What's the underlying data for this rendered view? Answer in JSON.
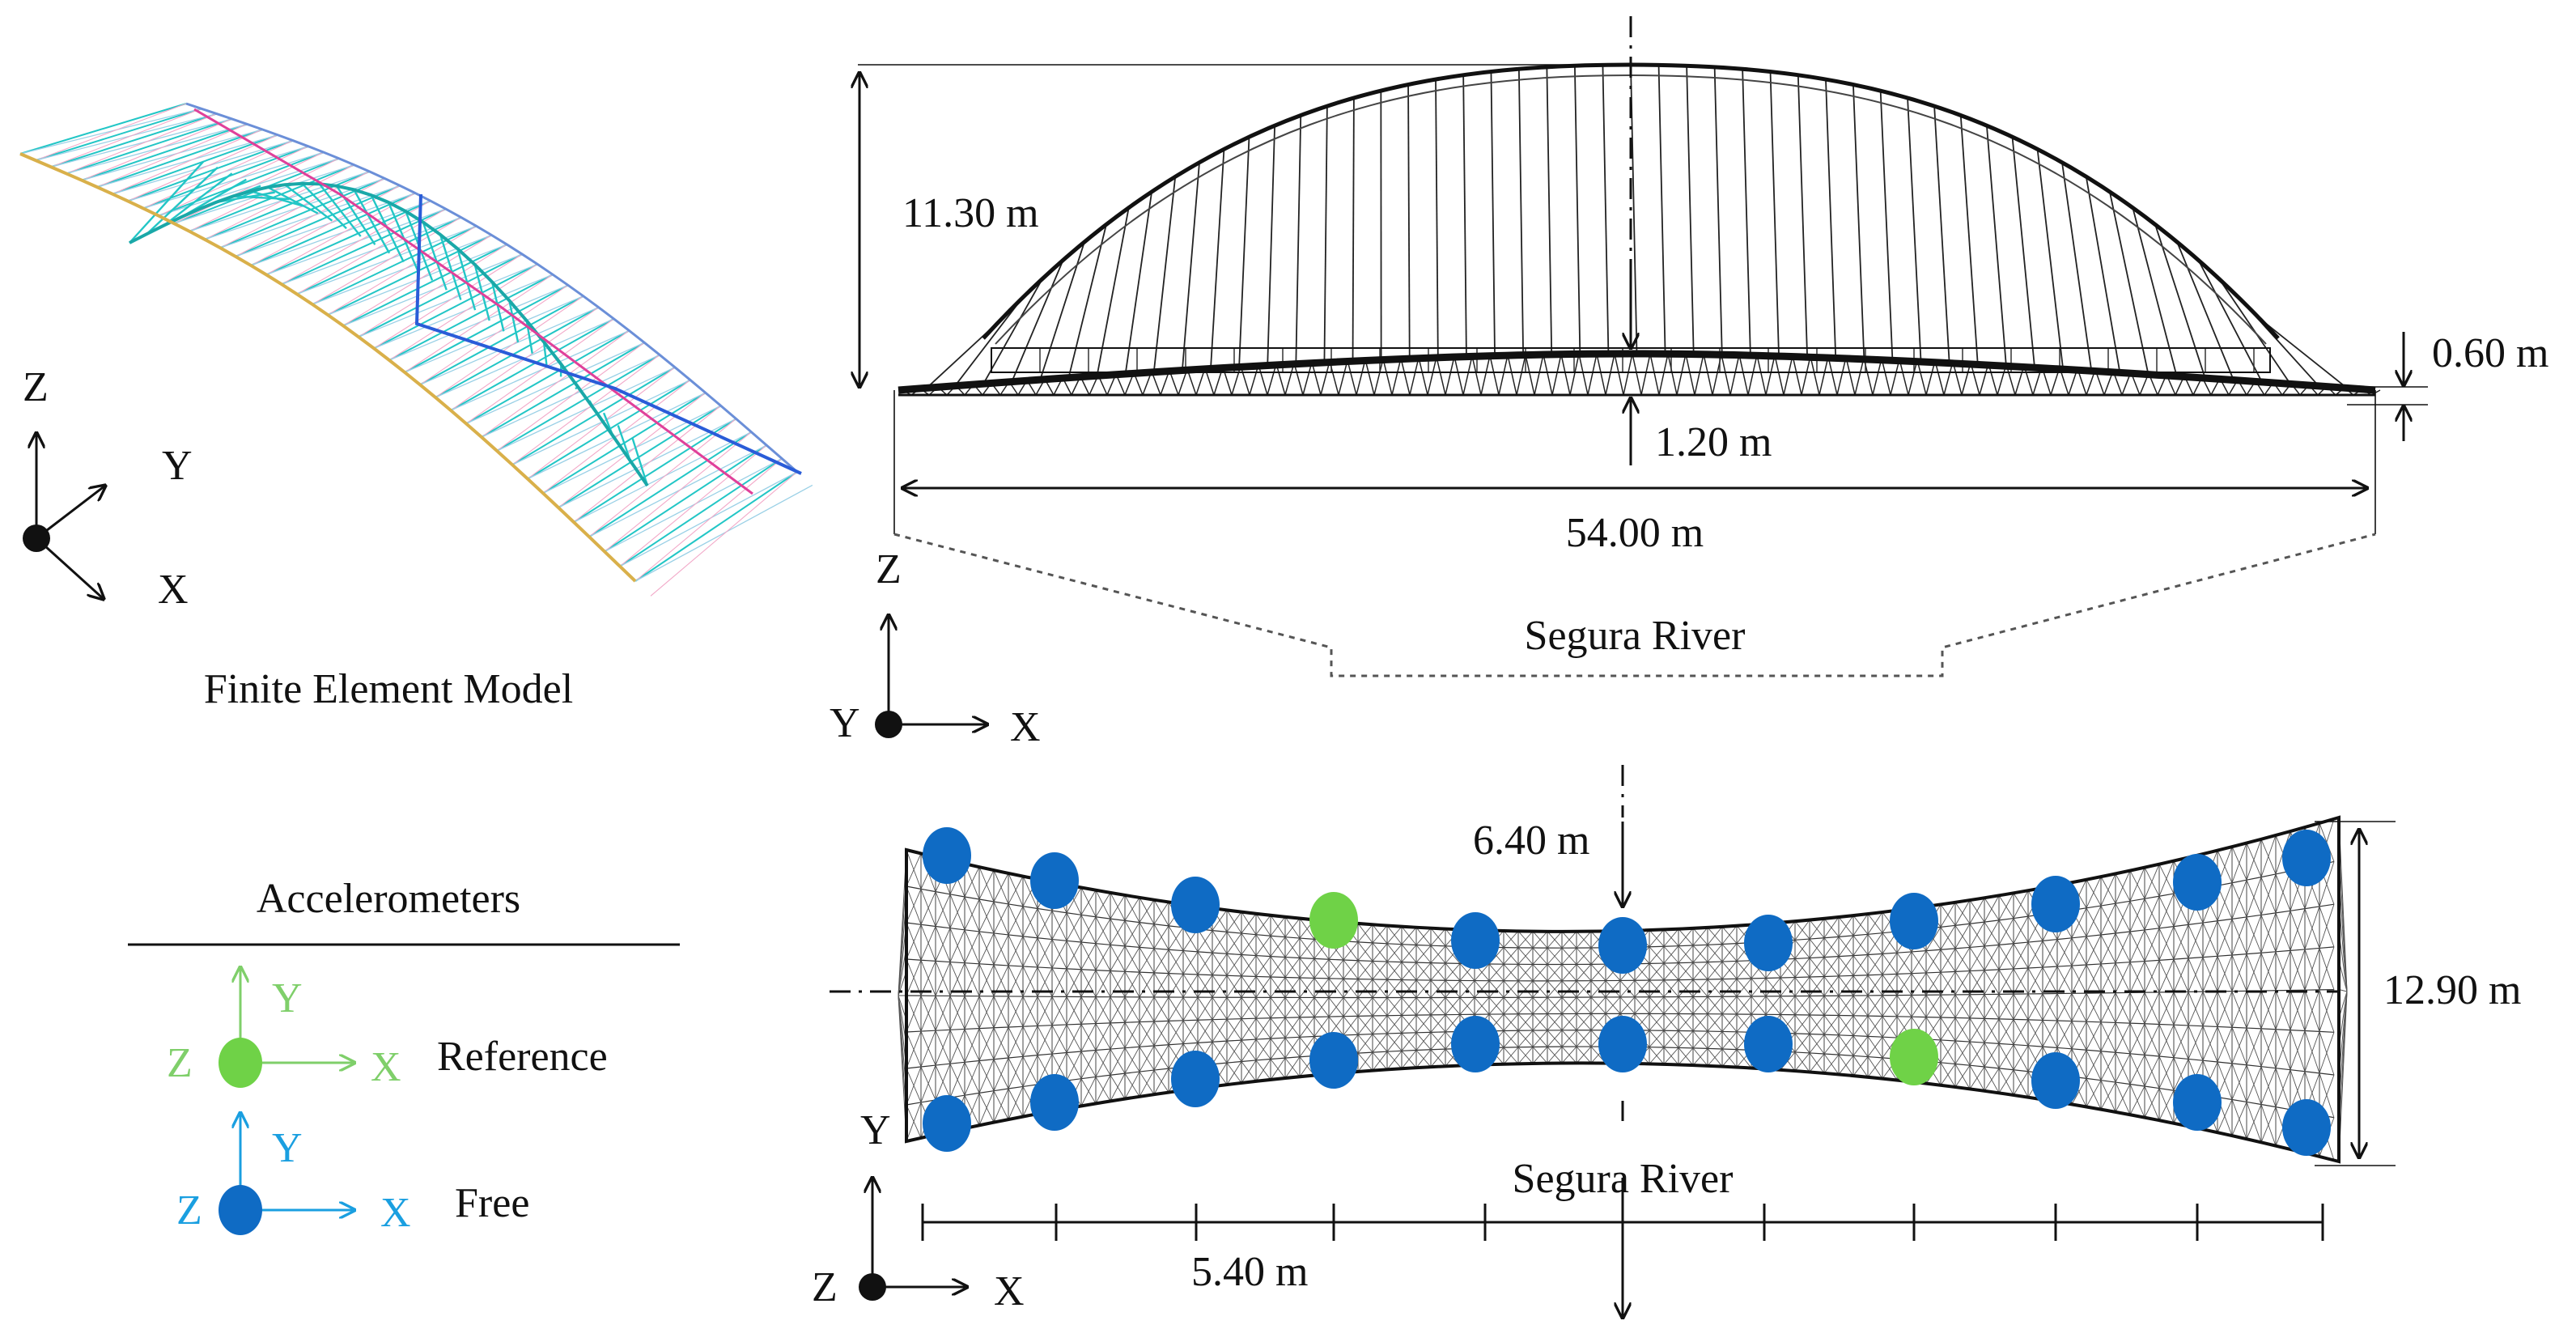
{
  "fem": {
    "caption": "Finite Element Model",
    "axis_z": "Z",
    "axis_y": "Y",
    "axis_x": "X"
  },
  "elevation": {
    "height_label": "11.30 m",
    "span_label": "54.00 m",
    "deck_depth_label": "1.20 m",
    "girder_depth_label": "0.60 m",
    "river_label": "Segura River",
    "axis_z": "Z",
    "axis_y": "Y",
    "axis_x": "X"
  },
  "plan": {
    "mid_width_label": "6.40 m",
    "end_width_label": "12.90 m",
    "spacing_label": "5.40 m",
    "river_label": "Segura River",
    "axis_y": "Y",
    "axis_z": "Z",
    "axis_x": "X",
    "sensor_rows": [
      [
        "free",
        "free",
        "free",
        "reference",
        "free",
        "free",
        "free",
        "free",
        "free",
        "free",
        "free"
      ],
      [
        "free",
        "free",
        "free",
        "free",
        "free",
        "free",
        "free",
        "reference",
        "free",
        "free",
        "free"
      ]
    ]
  },
  "legend": {
    "title": "Accelerometers",
    "reference": {
      "label": "Reference",
      "z": "Z",
      "y": "Y",
      "x": "X"
    },
    "free": {
      "label": "Free",
      "z": "Z",
      "y": "Y",
      "x": "X"
    }
  },
  "colors": {
    "reference": "#6fd247",
    "free": "#0f6bc4",
    "reference_axis": "#7fcf6a",
    "free_axis": "#1a9fe0",
    "fem_mesh": "#22c6c6",
    "fem_edge": "#d9b04a",
    "fem_member_pink": "#e0409a",
    "fem_member_blue": "#2a5cd8"
  }
}
